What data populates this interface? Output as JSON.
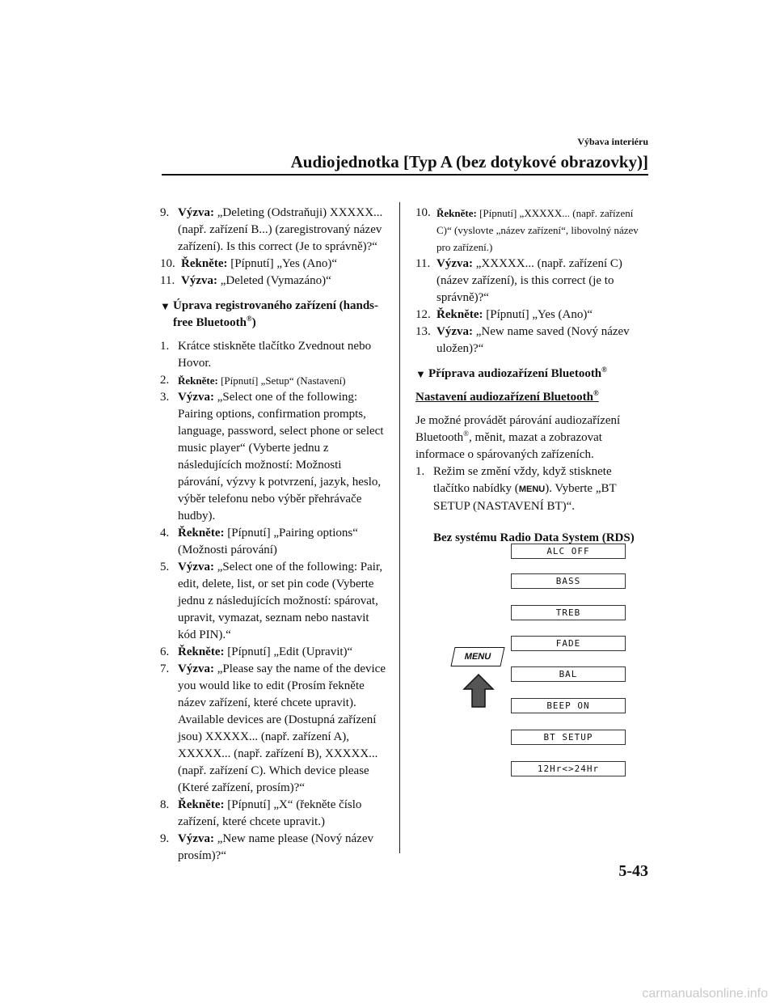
{
  "header": {
    "section": "Výbava interiéru",
    "title": "Audiojednotka [Typ A (bez dotykové obrazovky)]"
  },
  "left_column": {
    "steps_a": [
      {
        "num": "9.",
        "label": "Výzva:",
        "text": " „Deleting (Odstraňuji) XXXXX... (např. zařízení B...) (zaregistrovaný název zařízení). Is this correct (Je to správně)?“"
      },
      {
        "num": "10.",
        "label": "Řekněte:",
        "text": " [Pípnutí] „Yes (Ano)“"
      },
      {
        "num": "11.",
        "label": "Výzva:",
        "text": " „Deleted (Vymazáno)“"
      }
    ],
    "heading": "Úprava registrovaného zařízení (hands-free Bluetooth",
    "heading_reg": "®",
    "heading_end": ")",
    "steps_b": [
      {
        "num": "1.",
        "label": "",
        "text": "Krátce stiskněte tlačítko Zvednout nebo Hovor."
      },
      {
        "num": "2.",
        "label": "Řekněte:",
        "text": " [Pípnutí] „Setup“ (Nastavení)",
        "small": true
      },
      {
        "num": "3.",
        "label": "Výzva:",
        "text": " „Select one of the following: Pairing options, confirmation prompts, language, password, select phone or select music player“ (Vyberte jednu z následujících možností: Možnosti párování, výzvy k potvrzení, jazyk, heslo, výběr telefonu nebo výběr přehrávače hudby)."
      },
      {
        "num": "4.",
        "label": "Řekněte:",
        "text": " [Pípnutí] „Pairing options“ (Možnosti párování)"
      },
      {
        "num": "5.",
        "label": "Výzva:",
        "text": " „Select one of the following: Pair, edit, delete, list, or set pin code (Vyberte jednu z následujících možností: spárovat, upravit, vymazat, seznam nebo nastavit kód PIN).“"
      },
      {
        "num": "6.",
        "label": "Řekněte:",
        "text": " [Pípnutí] „Edit (Upravit)“"
      },
      {
        "num": "7.",
        "label": "Výzva:",
        "text": " „Please say the name of the device you would like to edit (Prosím řekněte název zařízení, které chcete upravit). Available devices are (Dostupná zařízení jsou) XXXXX... (např. zařízení A), XXXXX... (např. zařízení B), XXXXX... (např. zařízení C). Which device please (Které zařízení, prosím)?“"
      },
      {
        "num": "8.",
        "label": "Řekněte:",
        "text": " [Pípnutí] „X“ (řekněte číslo zařízení, které chcete upravit.)"
      },
      {
        "num": "9.",
        "label": "Výzva:",
        "text": " „New name please (Nový název prosím)?“"
      }
    ]
  },
  "right_column": {
    "steps": [
      {
        "num": "10.",
        "label": "Řekněte:",
        "text": " [Pípnutí] „XXXXX... (např. zařízení C)“ (vyslovte „název zařízení“, libovolný název pro zařízení.)",
        "small": true
      },
      {
        "num": "11.",
        "label": "Výzva:",
        "text": " „XXXXX... (např. zařízení C) (název zařízení), is this correct (je to správně)?“"
      },
      {
        "num": "12.",
        "label": "Řekněte:",
        "text": " [Pípnutí] „Yes (Ano)“"
      },
      {
        "num": "13.",
        "label": "Výzva:",
        "text": " „New name saved (Nový název uložen)?“"
      }
    ],
    "heading": "Příprava audiozařízení Bluetooth",
    "subheading": "Nastavení audiozařízení Bluetooth",
    "reg": "®",
    "para_a": "Je možné provádět párování audiozařízení Bluetooth",
    "para_b": ", měnit, mazat a zobrazovat informace o spárovaných zařízeních.",
    "step1_num": "1.",
    "step1_a": "Režim se změní vždy, když stisknete tlačítko nabídky (",
    "step1_menu": "MENU",
    "step1_b": "). Vyberte „BT SETUP (NASTAVENÍ BT)“.",
    "rds_label": "Bez systému Radio Data System (RDS)"
  },
  "menu_diagram": {
    "button": "MENU",
    "items": [
      "ALC OFF",
      "BASS",
      "TREB",
      "FADE",
      "BAL",
      "BEEP ON",
      "BT SETUP",
      "12Hr<>24Hr"
    ]
  },
  "page_number": "5-43",
  "watermark": "carmanualsonline.info"
}
